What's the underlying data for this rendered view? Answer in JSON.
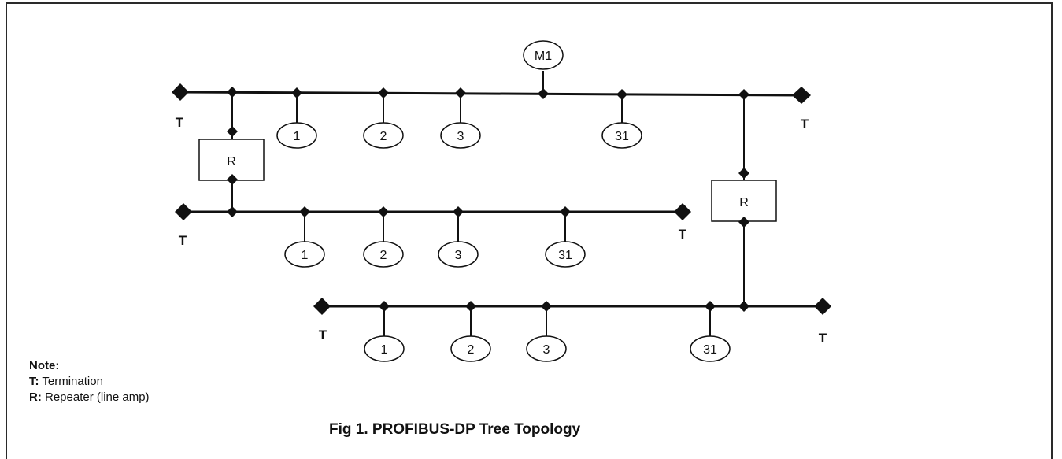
{
  "caption": "Fig 1. PROFIBUS-DP Tree Topology",
  "note": {
    "title": "Note:",
    "t_key": "T:",
    "t_text": " Termination",
    "r_key": "R:",
    "r_text": " Repeater (line amp)"
  },
  "master_label": "M1",
  "termination_label": "T",
  "repeater_label": "R",
  "segments": [
    {
      "stations": [
        "1",
        "2",
        "3",
        "31"
      ]
    },
    {
      "stations": [
        "1",
        "2",
        "3",
        "31"
      ]
    },
    {
      "stations": [
        "1",
        "2",
        "3",
        "31"
      ]
    }
  ],
  "colors": {
    "line": "#111111",
    "border": "#2a2a2a"
  }
}
